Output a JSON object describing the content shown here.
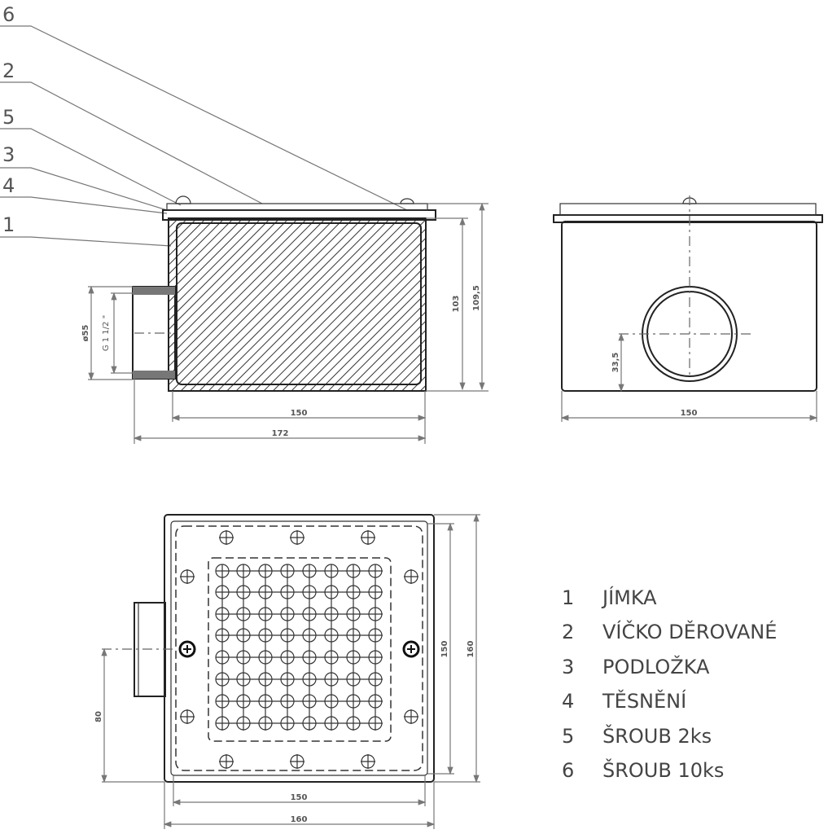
{
  "callouts": [
    "6",
    "2",
    "5",
    "3",
    "4",
    "1"
  ],
  "side_view": {
    "dim_width_inner": "150",
    "dim_width_total": "172",
    "dim_height": "103",
    "dim_height_total": "109,5",
    "dim_pipe_dia": "ø55",
    "dim_thread": "G 1 1/2 \""
  },
  "front_view": {
    "dim_width": "150",
    "dim_pipe_height": "33,5"
  },
  "top_view": {
    "dim_pipe_offset": "80",
    "dim_inner_h": "150",
    "dim_outer_h": "160",
    "dim_inner_w": "150",
    "dim_outer_w": "160",
    "hole_grid": {
      "rows": 8,
      "cols": 8
    }
  },
  "legend": [
    {
      "num": "1",
      "text": "JÍMKA"
    },
    {
      "num": "2",
      "text": "VÍČKO DĚROVANÉ"
    },
    {
      "num": "3",
      "text": "PODLOŽKA"
    },
    {
      "num": "4",
      "text": "TĚSNĚNÍ"
    },
    {
      "num": "5",
      "text": "ŠROUB  2ks"
    },
    {
      "num": "6",
      "text": "ŠROUB  10ks"
    }
  ]
}
